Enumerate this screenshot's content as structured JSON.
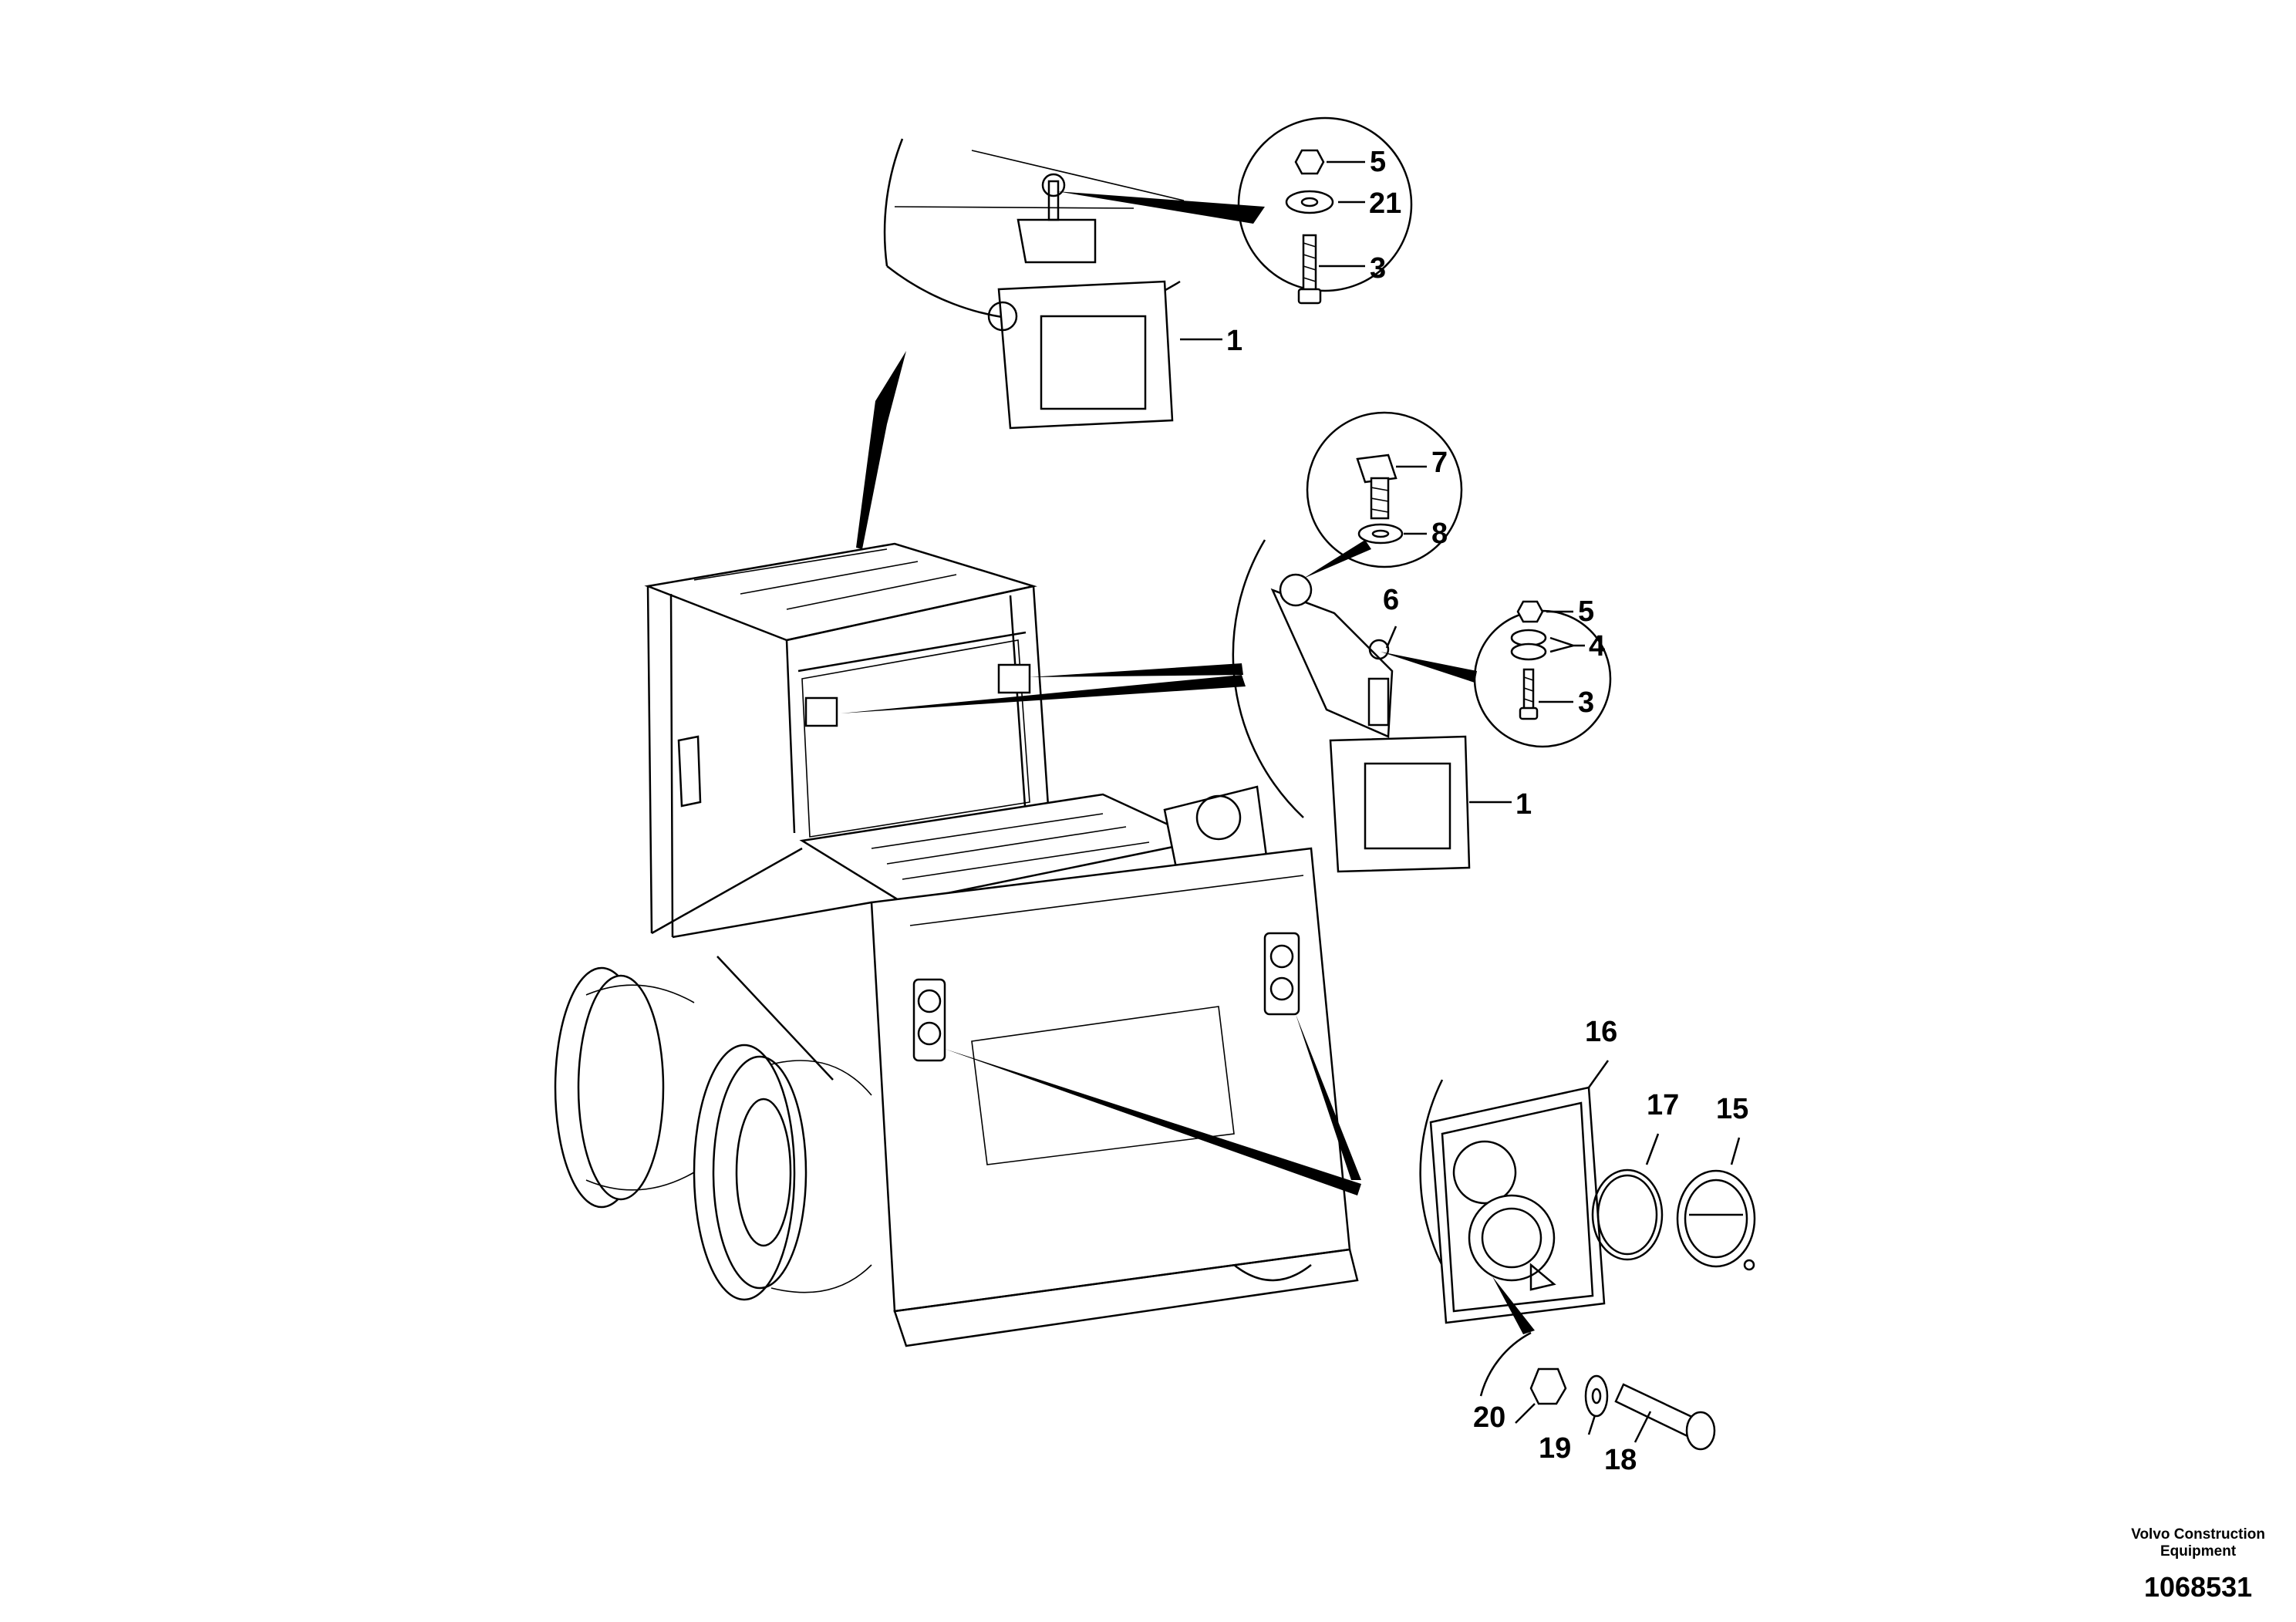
{
  "callouts": {
    "c1_top": "1",
    "c1_right": "1",
    "c3_top": "3",
    "c3_right": "3",
    "c4": "4",
    "c5_top": "5",
    "c5_right": "5",
    "c6": "6",
    "c7": "7",
    "c8": "8",
    "c15": "15",
    "c16": "16",
    "c17": "17",
    "c18": "18",
    "c19": "19",
    "c20": "20",
    "c21": "21"
  },
  "credit": {
    "line1": "Volvo Construction",
    "line2": "Equipment",
    "drawing_number": "1068531"
  }
}
